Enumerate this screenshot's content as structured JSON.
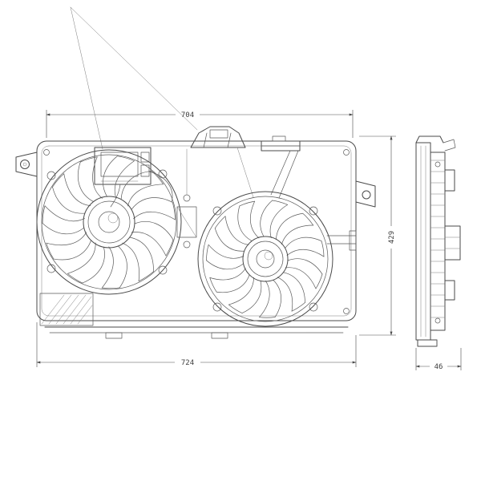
{
  "dimensions": {
    "top_width": "704",
    "overall_height": "429",
    "bottom_width": "724",
    "side_depth": "46"
  },
  "style": {
    "line_color": "#4a4a4a",
    "background_color": "#ffffff"
  }
}
